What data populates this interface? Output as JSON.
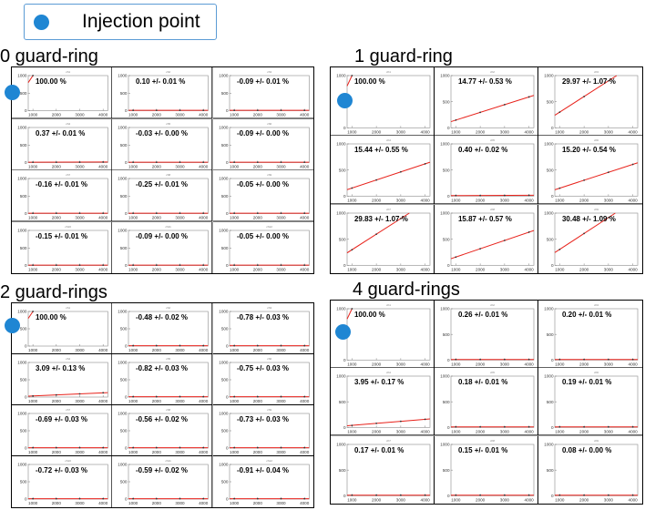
{
  "legend": {
    "label": "Injection point",
    "marker_color": "#1f86d3"
  },
  "colors": {
    "fit_line": "#e8221b",
    "grid_border": "#000000",
    "legend_border": "#5b9bd5"
  },
  "chart_data": [
    {
      "type": "line",
      "title": "0 guard-ring",
      "rows": 4,
      "cols": 3,
      "ylim": [
        0,
        1000
      ],
      "xlim": [
        800,
        4200
      ],
      "x_ticks": [
        "1000",
        "2000",
        "3000",
        "4000"
      ],
      "y_ticks": [
        "0",
        "500",
        "1000"
      ],
      "cells": [
        {
          "label": "100.00 %",
          "slope_percent": 100.0
        },
        {
          "label": "0.10 +/- 0.01 %",
          "slope_percent": 0.1
        },
        {
          "label": "-0.09 +/- 0.01 %",
          "slope_percent": -0.09
        },
        {
          "label": "0.37 +/- 0.01 %",
          "slope_percent": 0.37
        },
        {
          "label": "-0.03 +/- 0.00 %",
          "slope_percent": -0.03
        },
        {
          "label": "-0.09 +/- 0.00 %",
          "slope_percent": -0.09
        },
        {
          "label": "-0.16 +/- 0.01 %",
          "slope_percent": -0.16
        },
        {
          "label": "-0.25 +/- 0.01 %",
          "slope_percent": -0.25
        },
        {
          "label": "-0.05 +/- 0.00 %",
          "slope_percent": -0.05
        },
        {
          "label": "-0.15 +/- 0.01 %",
          "slope_percent": -0.15
        },
        {
          "label": "-0.09 +/- 0.00 %",
          "slope_percent": -0.09
        },
        {
          "label": "-0.05 +/- 0.00 %",
          "slope_percent": -0.05
        }
      ]
    },
    {
      "type": "line",
      "title": "1 guard-ring",
      "rows": 3,
      "cols": 3,
      "ylim": [
        0,
        1000
      ],
      "xlim": [
        800,
        4200
      ],
      "x_ticks": [
        "1000",
        "2000",
        "3000",
        "4000"
      ],
      "y_ticks": [
        "0",
        "500",
        "1000"
      ],
      "cells": [
        {
          "label": "100.00 %",
          "slope_percent": 100.0
        },
        {
          "label": "14.77 +/- 0.53 %",
          "slope_percent": 14.77
        },
        {
          "label": "29.97 +/- 1.07 %",
          "slope_percent": 29.97
        },
        {
          "label": "15.44 +/- 0.55 %",
          "slope_percent": 15.44
        },
        {
          "label": "0.40 +/- 0.02 %",
          "slope_percent": 0.4
        },
        {
          "label": "15.20 +/- 0.54 %",
          "slope_percent": 15.2
        },
        {
          "label": "29.83 +/- 1.07 %",
          "slope_percent": 29.83
        },
        {
          "label": "15.87 +/- 0.57 %",
          "slope_percent": 15.87
        },
        {
          "label": "30.48 +/- 1.09 %",
          "slope_percent": 30.48
        }
      ]
    },
    {
      "type": "line",
      "title": "2 guard-rings",
      "rows": 4,
      "cols": 3,
      "ylim": [
        0,
        1000
      ],
      "xlim": [
        800,
        4200
      ],
      "x_ticks": [
        "1000",
        "2000",
        "3000",
        "4000"
      ],
      "y_ticks": [
        "0",
        "500",
        "1000"
      ],
      "cells": [
        {
          "label": "100.00 %",
          "slope_percent": 100.0
        },
        {
          "label": "-0.48 +/- 0.02 %",
          "slope_percent": -0.48
        },
        {
          "label": "-0.78 +/- 0.03 %",
          "slope_percent": -0.78
        },
        {
          "label": "3.09 +/- 0.13 %",
          "slope_percent": 3.09
        },
        {
          "label": "-0.82 +/- 0.03 %",
          "slope_percent": -0.82
        },
        {
          "label": "-0.75 +/- 0.03 %",
          "slope_percent": -0.75
        },
        {
          "label": "-0.69 +/- 0.03 %",
          "slope_percent": -0.69
        },
        {
          "label": "-0.56 +/- 0.02 %",
          "slope_percent": -0.56
        },
        {
          "label": "-0.73 +/- 0.03 %",
          "slope_percent": -0.73
        },
        {
          "label": "-0.72 +/- 0.03 %",
          "slope_percent": -0.72
        },
        {
          "label": "-0.59 +/- 0.02 %",
          "slope_percent": -0.59
        },
        {
          "label": "-0.91 +/- 0.04 %",
          "slope_percent": -0.91
        }
      ]
    },
    {
      "type": "line",
      "title": "4 guard-rings",
      "rows": 3,
      "cols": 3,
      "ylim": [
        0,
        1000
      ],
      "xlim": [
        800,
        4200
      ],
      "x_ticks": [
        "1000",
        "2000",
        "3000",
        "4000"
      ],
      "y_ticks": [
        "0",
        "500",
        "1000"
      ],
      "cells": [
        {
          "label": "100.00 %",
          "slope_percent": 100.0
        },
        {
          "label": "0.26 +/- 0.01 %",
          "slope_percent": 0.26
        },
        {
          "label": "0.20 +/- 0.01 %",
          "slope_percent": 0.2
        },
        {
          "label": "3.95 +/- 0.17 %",
          "slope_percent": 3.95
        },
        {
          "label": "0.18 +/- 0.01 %",
          "slope_percent": 0.18
        },
        {
          "label": "0.19 +/- 0.01 %",
          "slope_percent": 0.19
        },
        {
          "label": "0.17 +/- 0.01 %",
          "slope_percent": 0.17
        },
        {
          "label": "0.15 +/- 0.01 %",
          "slope_percent": 0.15
        },
        {
          "label": "0.08 +/- 0.00 %",
          "slope_percent": 0.08
        }
      ]
    }
  ]
}
